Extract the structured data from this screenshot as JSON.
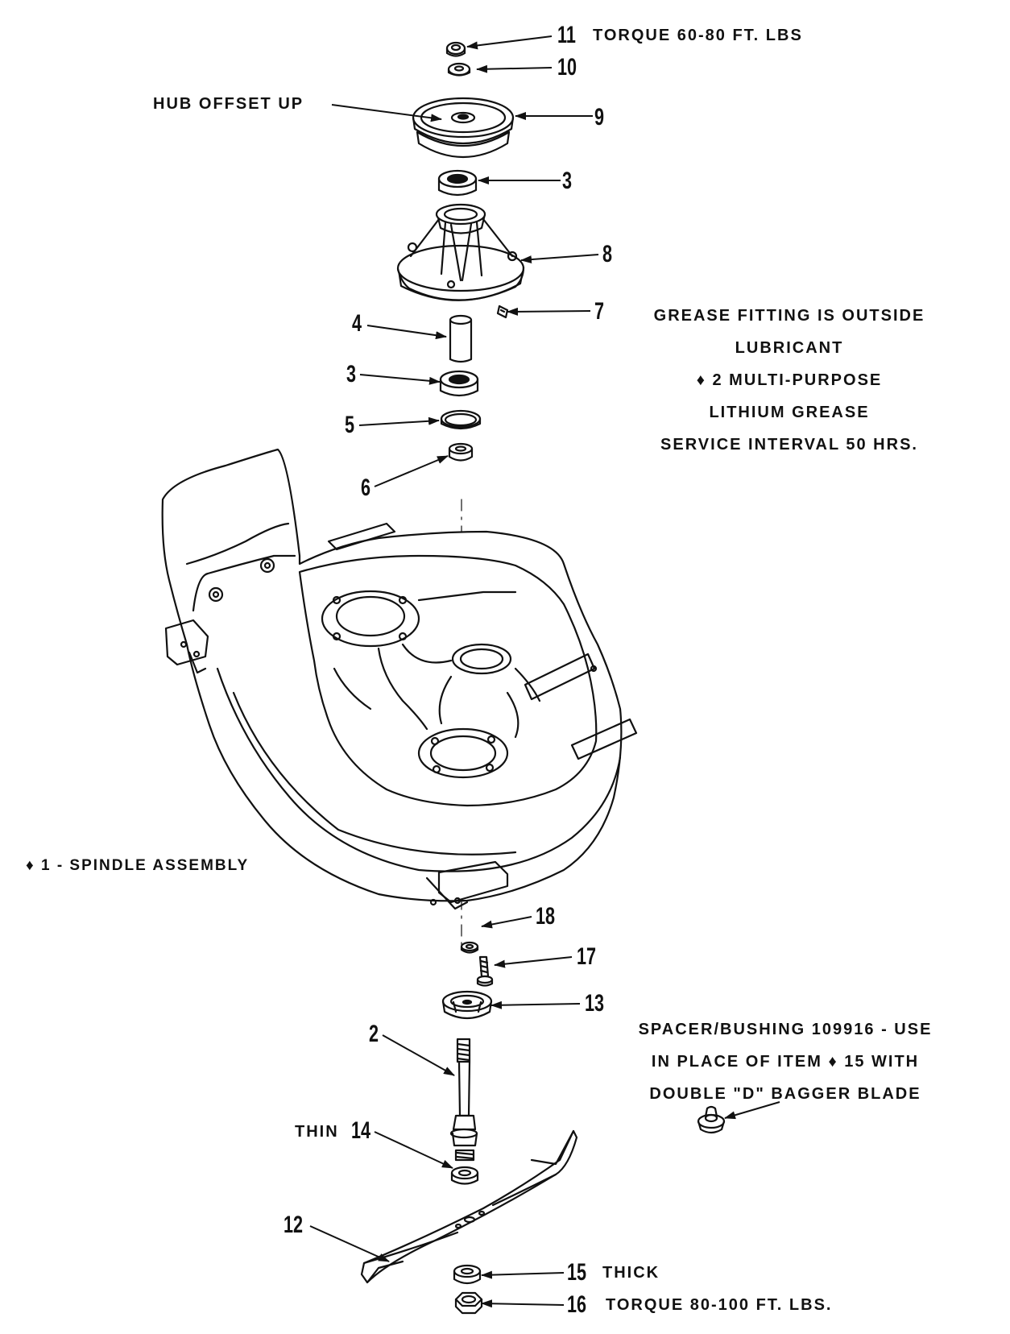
{
  "callouts": {
    "c11": {
      "num": "11",
      "text": "TORQUE 60-80 FT. LBS"
    },
    "c10": {
      "num": "10"
    },
    "c9": {
      "num": "9",
      "hub_text": "HUB OFFSET UP"
    },
    "c3a": {
      "num": "3"
    },
    "c8": {
      "num": "8"
    },
    "c7": {
      "num": "7"
    },
    "c4": {
      "num": "4"
    },
    "c3b": {
      "num": "3"
    },
    "c5": {
      "num": "5"
    },
    "c6": {
      "num": "6"
    },
    "c18": {
      "num": "18"
    },
    "c17": {
      "num": "17"
    },
    "c13": {
      "num": "13"
    },
    "c2": {
      "num": "2"
    },
    "c14": {
      "num": "14",
      "prefix": "THIN"
    },
    "c12": {
      "num": "12"
    },
    "c15": {
      "num": "15",
      "text": "THICK"
    },
    "c16": {
      "num": "16",
      "text": "TORQUE 80-100 FT. LBS."
    }
  },
  "notes": {
    "grease": [
      "GREASE FITTING IS OUTSIDE",
      "LUBRICANT",
      "♦ 2 MULTI-PURPOSE",
      "LITHIUM GREASE",
      "SERVICE INTERVAL 50 HRS."
    ],
    "spacer": [
      "SPACER/BUSHING 109916 - USE",
      "IN PLACE OF ITEM ♦ 15 WITH",
      "DOUBLE \"D\" BAGGER BLADE"
    ],
    "assembly": "♦ 1 - SPINDLE ASSEMBLY"
  }
}
